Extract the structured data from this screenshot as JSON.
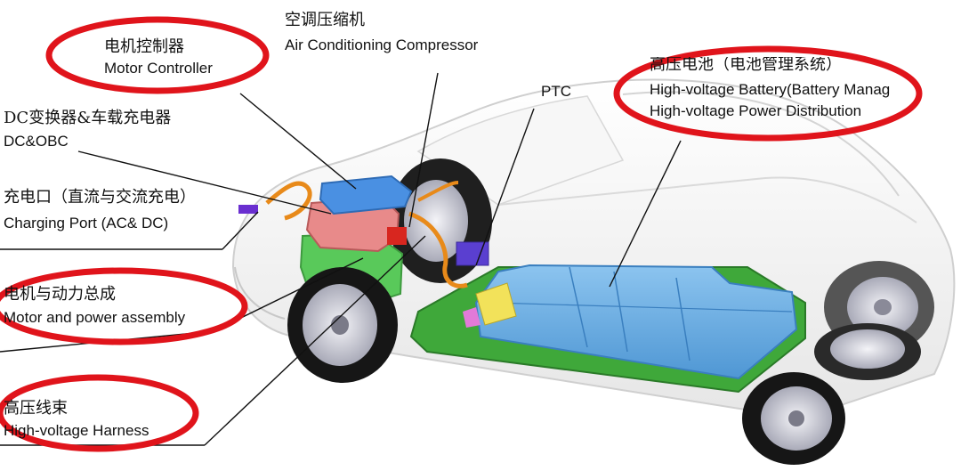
{
  "labels": {
    "motor_controller": {
      "zh": "电机控制器",
      "en": "Motor Controller"
    },
    "ac_compressor": {
      "zh": "空调压缩机",
      "en": "Air Conditioning Compressor"
    },
    "dc_obc": {
      "zh": "DC变换器&车载充电器",
      "en": "DC&OBC"
    },
    "charging_port": {
      "zh": "充电口（直流与交流充电）",
      "en": "Charging Port (AC& DC)"
    },
    "motor_power_assembly": {
      "zh": "电机与动力总成",
      "en": "Motor and power assembly"
    },
    "hv_harness": {
      "zh": "高压线束",
      "en": "High-voltage Harness"
    },
    "ptc": {
      "en": "PTC"
    },
    "hv_battery": {
      "zh": "高压电池（电池管理系统）",
      "en1": "High-voltage Battery(Battery Management System)",
      "en2": "High-voltage Power Distribution"
    }
  },
  "colors": {
    "highlight_ellipse": "#e0141b",
    "battery_blue": "#5fa8e0",
    "tray_green": "#3fa83a",
    "controller_blue": "#4a90e2",
    "obc_pink": "#e88a8a",
    "motor_green": "#59c95a",
    "car_body": "#f2f2f2"
  }
}
